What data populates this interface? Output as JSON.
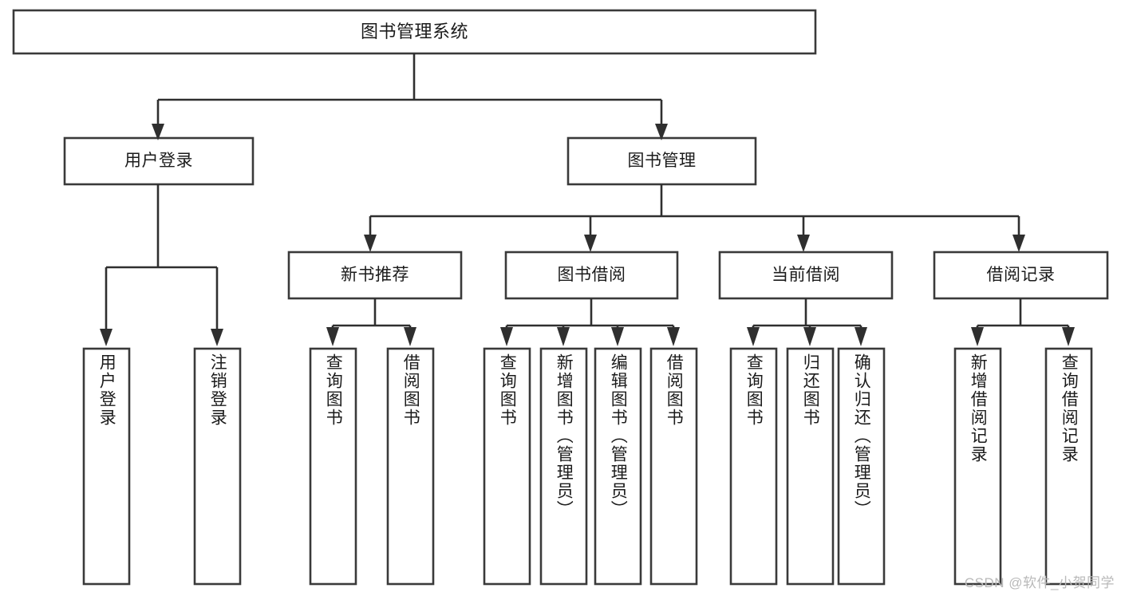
{
  "diagram": {
    "title": "图书管理系统",
    "type": "tree-hierarchy",
    "watermark": "CSDN @软件_小贺同学",
    "colors": {
      "box_stroke": "#3a3a3a",
      "box_fill": "#ffffff",
      "connector": "#2f2f2f",
      "text": "#1b1b1b",
      "watermark": "#b9b9b9",
      "background": "#ffffff"
    },
    "root": {
      "id": "root",
      "label": "图书管理系统",
      "orientation": "horizontal"
    },
    "level1": [
      {
        "id": "user-login",
        "label": "用户登录",
        "orientation": "horizontal"
      },
      {
        "id": "book-management",
        "label": "图书管理",
        "orientation": "horizontal"
      }
    ],
    "level2": [
      {
        "id": "new-book-recommend",
        "label": "新书推荐",
        "orientation": "horizontal",
        "parent": "book-management"
      },
      {
        "id": "book-borrow",
        "label": "图书借阅",
        "orientation": "horizontal",
        "parent": "book-management"
      },
      {
        "id": "current-borrow",
        "label": "当前借阅",
        "orientation": "horizontal",
        "parent": "book-management"
      },
      {
        "id": "borrow-record",
        "label": "借阅记录",
        "orientation": "horizontal",
        "parent": "book-management"
      }
    ],
    "leaves": [
      {
        "id": "leaf-user-login",
        "label": "用户登录",
        "orientation": "vertical",
        "parent": "user-login"
      },
      {
        "id": "leaf-user-logout",
        "label": "注销登录",
        "orientation": "vertical",
        "parent": "user-login"
      },
      {
        "id": "leaf-query-book-recommend",
        "label": "查询图书",
        "orientation": "vertical",
        "parent": "new-book-recommend"
      },
      {
        "id": "leaf-borrow-book-recommend",
        "label": "借阅图书",
        "orientation": "vertical",
        "parent": "new-book-recommend"
      },
      {
        "id": "leaf-query-book-borrow",
        "label": "查询图书",
        "orientation": "vertical",
        "parent": "book-borrow"
      },
      {
        "id": "leaf-add-book",
        "label": "新增图书（管理员）",
        "orientation": "vertical",
        "parent": "book-borrow"
      },
      {
        "id": "leaf-edit-book",
        "label": "编辑图书（管理员）",
        "orientation": "vertical",
        "parent": "book-borrow"
      },
      {
        "id": "leaf-borrow-book",
        "label": "借阅图书",
        "orientation": "vertical",
        "parent": "book-borrow"
      },
      {
        "id": "leaf-query-book-current",
        "label": "查询图书",
        "orientation": "vertical",
        "parent": "current-borrow"
      },
      {
        "id": "leaf-return-book",
        "label": "归还图书",
        "orientation": "vertical",
        "parent": "current-borrow"
      },
      {
        "id": "leaf-confirm-return",
        "label": "确认归还（管理员）",
        "orientation": "vertical",
        "parent": "current-borrow"
      },
      {
        "id": "leaf-add-borrow-record",
        "label": "新增借阅记录",
        "orientation": "vertical",
        "parent": "borrow-record"
      },
      {
        "id": "leaf-query-borrow-record",
        "label": "查询借阅记录",
        "orientation": "vertical",
        "parent": "borrow-record"
      }
    ]
  }
}
